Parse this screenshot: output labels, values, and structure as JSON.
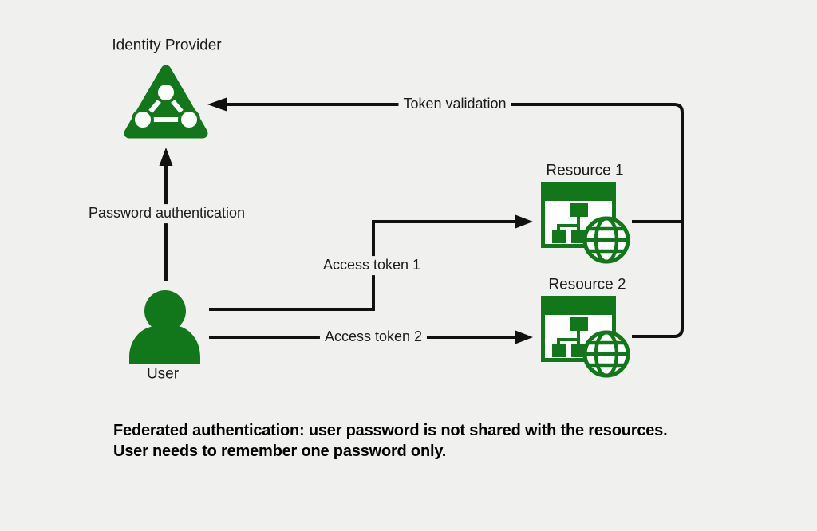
{
  "nodes": {
    "identity_provider": {
      "label": "Identity Provider"
    },
    "user": {
      "label": "User"
    },
    "resource_1": {
      "label": "Resource 1"
    },
    "resource_2": {
      "label": "Resource 2"
    }
  },
  "edges": {
    "password_authentication": {
      "label": "Password authentication",
      "from": "user",
      "to": "identity_provider"
    },
    "access_token_1": {
      "label": "Access token 1",
      "from": "user",
      "to": "resource_1"
    },
    "access_token_2": {
      "label": "Access token 2",
      "from": "user",
      "to": "resource_2"
    },
    "token_validation": {
      "label": "Token validation",
      "from": "resources",
      "to": "identity_provider"
    }
  },
  "caption": {
    "line1": "Federated authentication: user password is not shared with the resources.",
    "line2": "User needs to remember one password only."
  },
  "icons": {
    "identity_provider": "network-triangle-icon",
    "user": "person-icon",
    "resource_1": "web-app-globe-icon",
    "resource_2": "web-app-globe-icon"
  },
  "colors": {
    "background": "#f0f0ef",
    "green": "#12771a",
    "line": "#111111",
    "text": "#1c1c1c"
  }
}
